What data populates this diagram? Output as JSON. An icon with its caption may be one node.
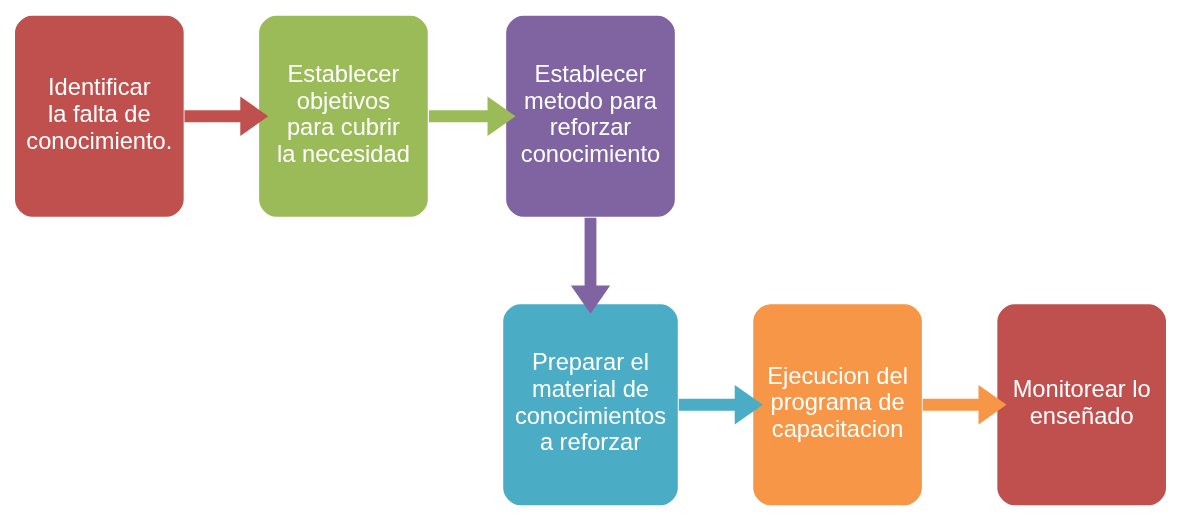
{
  "diagram": {
    "nodes": [
      {
        "text": [
          "Identificar la falta de conocimiento."
        ]
      },
      {
        "text": [
          "Establecer objetivos para cubrir la necesidad"
        ]
      },
      {
        "text": [
          "Establecer metodo para reforzar conocimiento"
        ]
      },
      {
        "text": [
          "Preparar el material de conocimientos a reforzar"
        ]
      },
      {
        "text": [
          "Ejecucion del programa de capacitacion"
        ]
      },
      {
        "text": [
          "Monitorear lo enseñado"
        ]
      }
    ],
    "edges": [
      {
        "from": 0,
        "to": 1,
        "arrow": "to",
        "color": "#c0504d"
      },
      {
        "from": 1,
        "to": 2,
        "arrow": "to",
        "color": "#9bbb59"
      },
      {
        "from": 2,
        "to": 3,
        "arrow": "to",
        "color": "#8064a2"
      },
      {
        "from": 3,
        "to": 4,
        "arrow": "to",
        "color": "#4bacc6"
      },
      {
        "from": 4,
        "to": 5,
        "arrow": "to",
        "color": "#f79646"
      }
    ]
  }
}
